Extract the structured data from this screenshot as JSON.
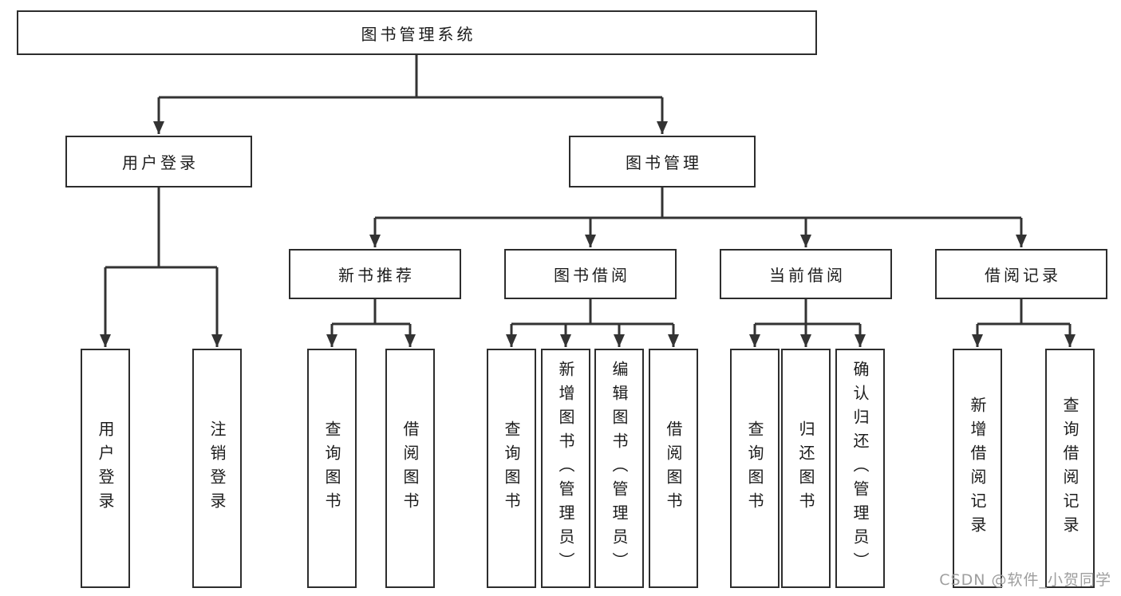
{
  "diagram_title": "图书管理系统",
  "tree": {
    "root": {
      "label": "图书管理系统",
      "children": [
        {
          "label": "用户登录",
          "children": [
            {
              "label": "用户登录"
            },
            {
              "label": "注销登录"
            }
          ]
        },
        {
          "label": "图书管理",
          "children": [
            {
              "label": "新书推荐",
              "children": [
                {
                  "label": "查询图书"
                },
                {
                  "label": "借阅图书"
                }
              ]
            },
            {
              "label": "图书借阅",
              "children": [
                {
                  "label": "查询图书"
                },
                {
                  "label": "新增图书（管理员）"
                },
                {
                  "label": "编辑图书（管理员）"
                },
                {
                  "label": "借阅图书"
                }
              ]
            },
            {
              "label": "当前借阅",
              "children": [
                {
                  "label": "查询图书"
                },
                {
                  "label": "归还图书"
                },
                {
                  "label": "确认归还（管理员）"
                }
              ]
            },
            {
              "label": "借阅记录",
              "children": [
                {
                  "label": "新增借阅记录"
                },
                {
                  "label": "查询借阅记录"
                }
              ]
            }
          ]
        }
      ]
    }
  },
  "watermark": {
    "text": "CSDN @软件_小贺同学",
    "color": "#9e9e9e"
  },
  "colors": {
    "line": "#333333",
    "box_border": "#2d2d2d",
    "text": "#1c1c1c",
    "background": "#ffffff"
  }
}
